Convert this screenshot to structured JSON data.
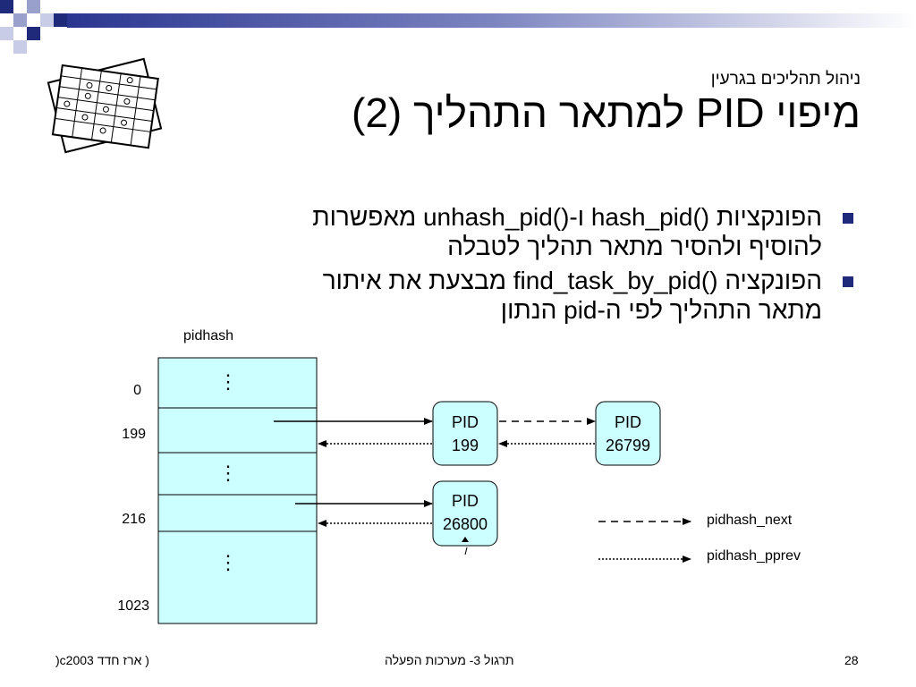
{
  "subtitle": "ניהול תהליכים בגרעין",
  "title": "מיפוי PID למתאר התהליך (2)",
  "bullets": [
    {
      "line1": "הפונקציות ()hash_pid  ו-()unhash_pid מאפשרות",
      "line2": "להוסיף ולהסיר מתאר תהליך לטבלה"
    },
    {
      "line1": "הפונקציה ()find_task_by_pid מבצעת את איתור",
      "line2": "מתאר התהליך לפי ה-pid הנתון"
    }
  ],
  "diagram": {
    "table_label": "pidhash",
    "row_indices": [
      "0",
      "199",
      "216",
      "1023"
    ],
    "ellipsis": "⋮",
    "nodes": [
      {
        "line1": "PID",
        "line2": "199"
      },
      {
        "line1": "PID",
        "line2": "26799"
      },
      {
        "line1": "PID",
        "line2": "26800"
      }
    ],
    "legend": [
      {
        "style": "dashed",
        "label": "pidhash_next"
      },
      {
        "style": "dotted",
        "label": "pidhash_pprev"
      }
    ],
    "colors": {
      "fill": "#ccffff",
      "stroke": "#000000"
    }
  },
  "footer": {
    "left": ")c2003 ארז חדד )",
    "center": "תרגול 3- מערכות הפעלה",
    "page": "28"
  },
  "colors": {
    "bullet": "#1f2a7a",
    "checker_dark": "#1f2a7a",
    "checker_light": "#9aa0cc"
  }
}
